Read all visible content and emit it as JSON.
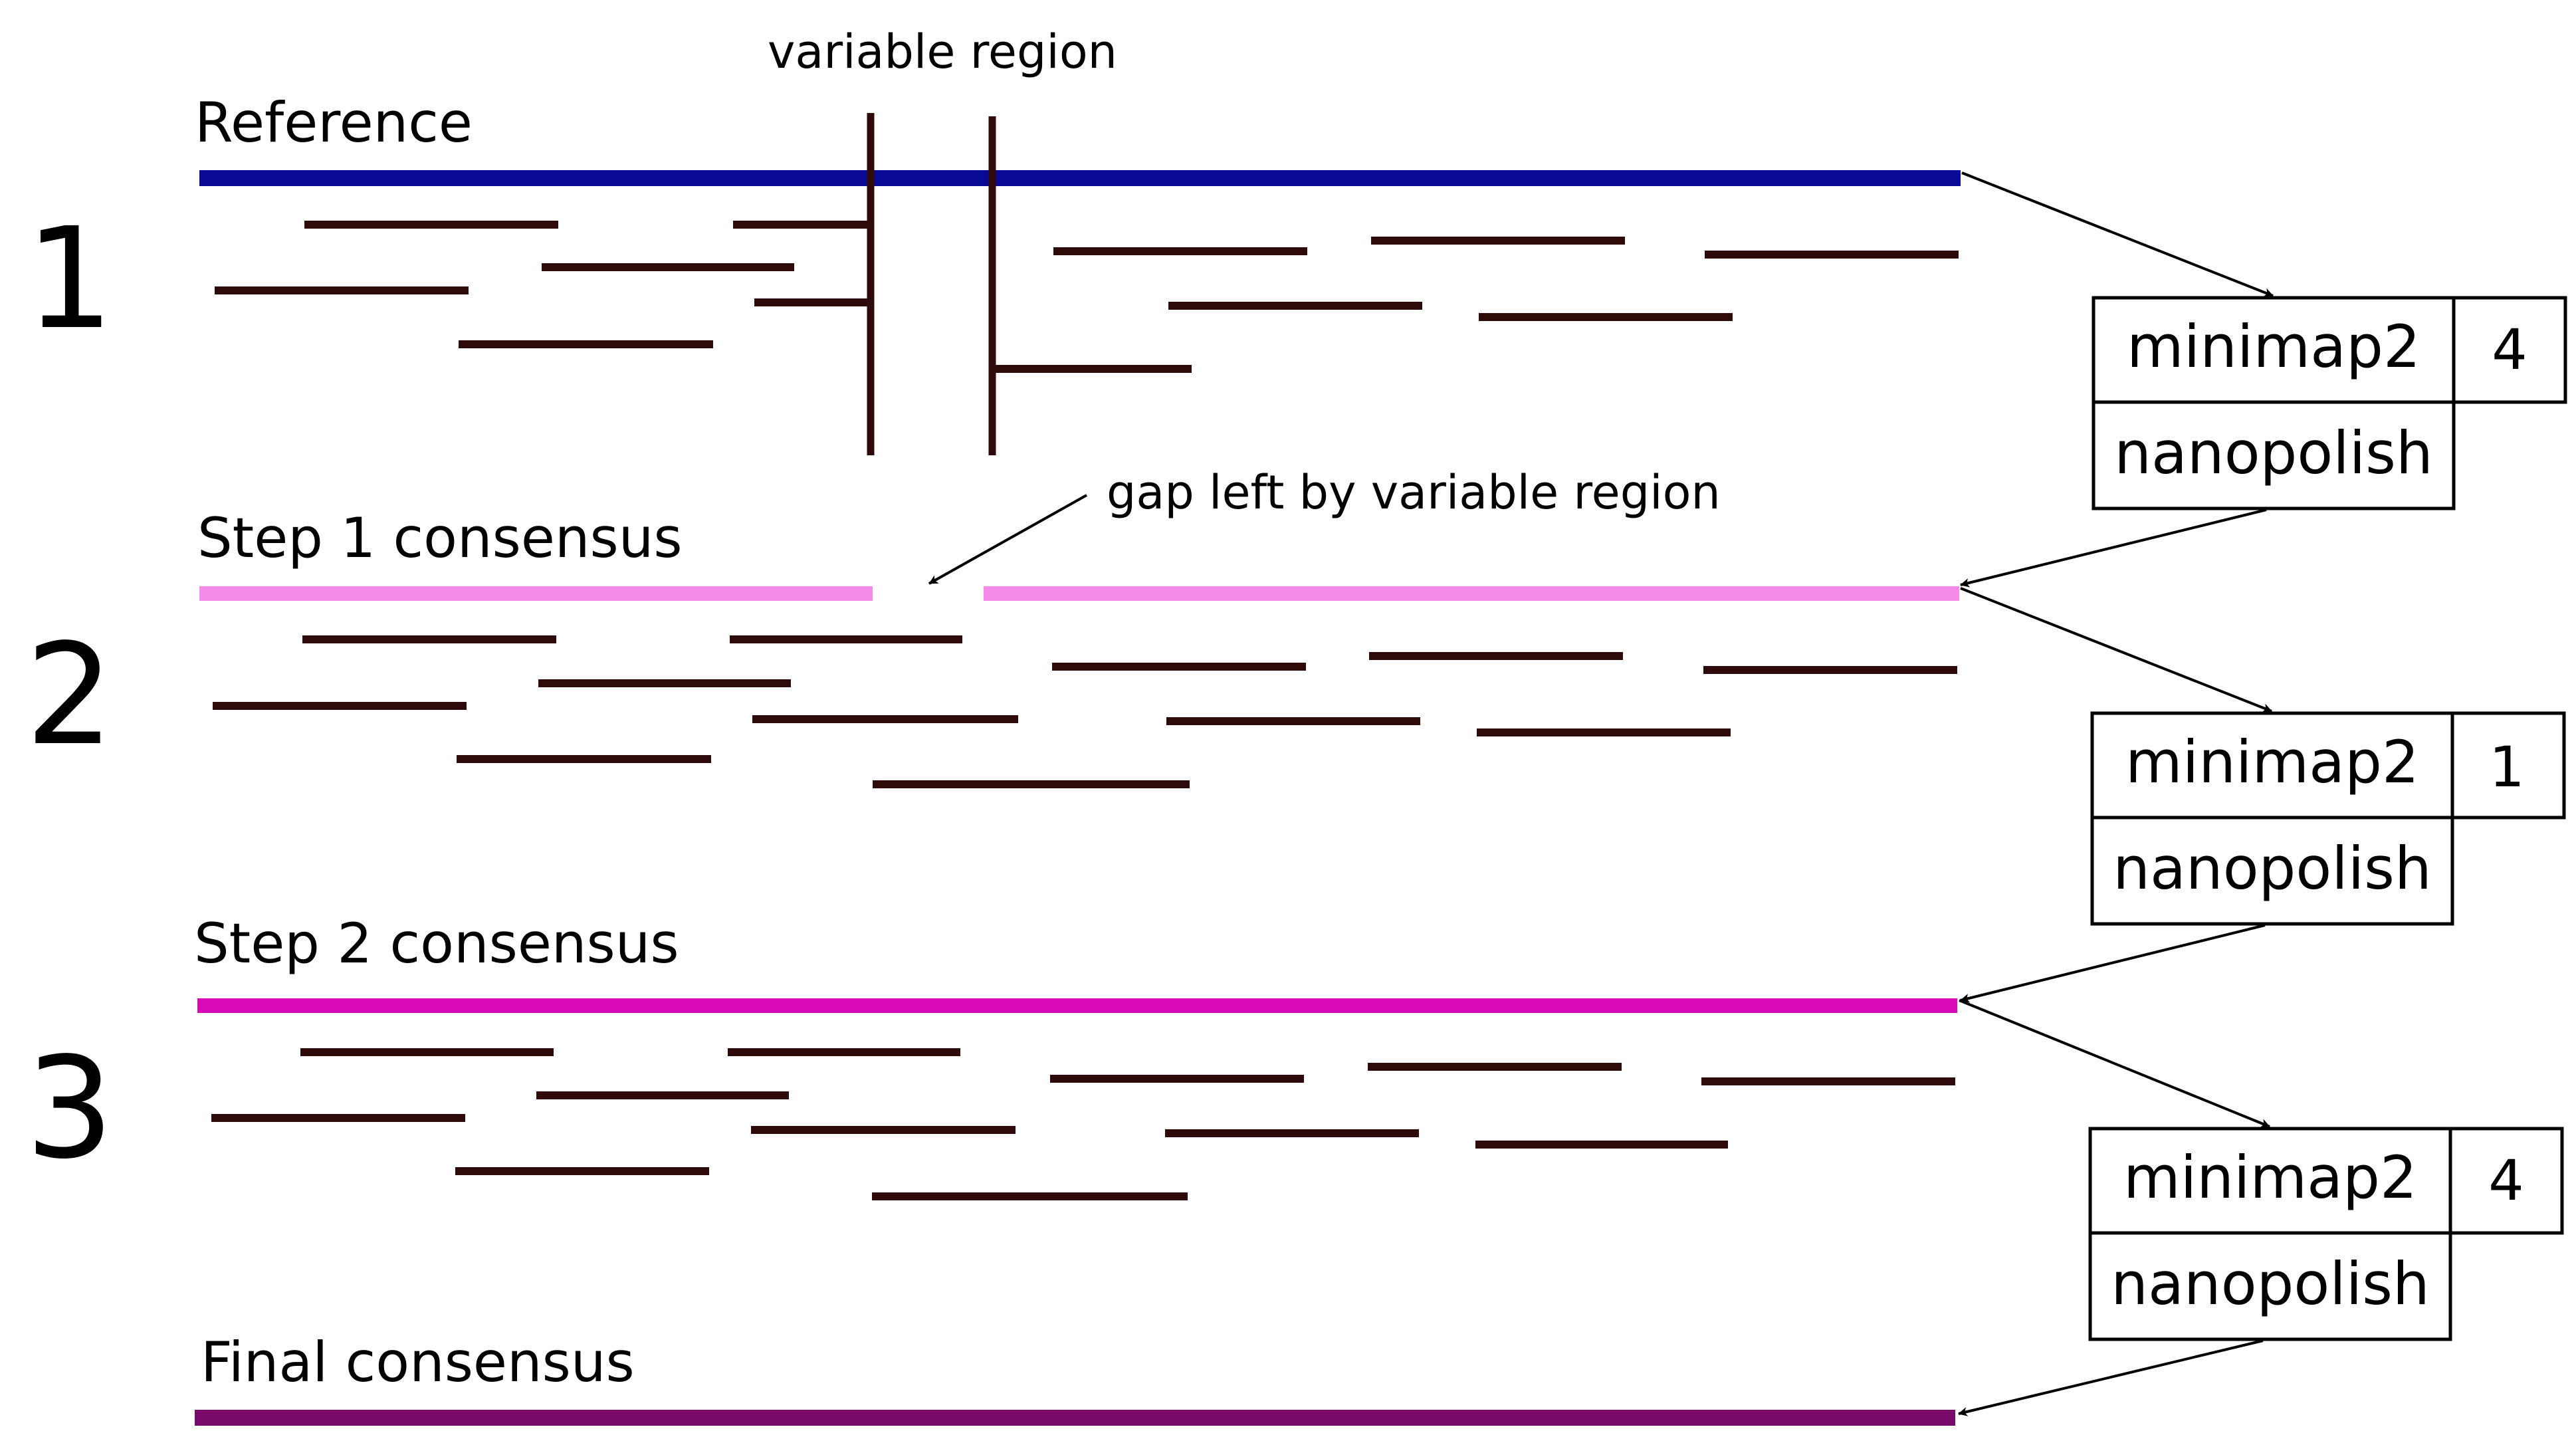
{
  "labels": {
    "variable_region": "variable region",
    "reference": "Reference",
    "step1": "Step 1 consensus",
    "step2": "Step 2 consensus",
    "final": "Final consensus",
    "gap_note": "gap left by variable region"
  },
  "steps": [
    {
      "number": "1",
      "tool_top": "minimap2",
      "tool_bottom": "nanopolish",
      "count": "4"
    },
    {
      "number": "2",
      "tool_top": "minimap2",
      "tool_bottom": "nanopolish",
      "count": "1"
    },
    {
      "number": "3",
      "tool_top": "minimap2",
      "tool_bottom": "nanopolish",
      "count": "4"
    }
  ],
  "colors": {
    "reference": "#0a0a96",
    "step1_consensus": "#f58ae8",
    "step2_consensus": "#d809b6",
    "final_consensus": "#7a0a6a",
    "reads": "#2e0a0a",
    "box_border": "#000000",
    "arrow": "#000000"
  }
}
